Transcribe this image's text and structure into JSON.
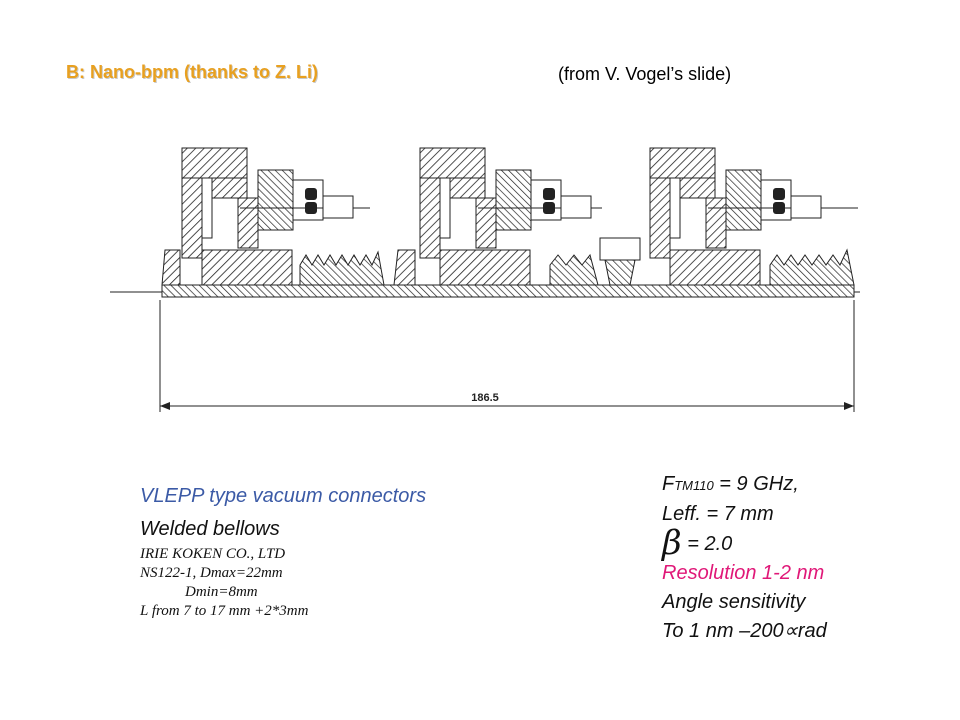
{
  "header": {
    "title": "B: Nano-bpm (thanks to Z. Li)",
    "source": "(from V. Vogel’s slide)"
  },
  "drawing": {
    "dimension_label": "186.5"
  },
  "left_notes": {
    "connectors": "VLEPP type vacuum connectors",
    "bellows": "Welded bellows",
    "maker": "IRIE KOKEN CO., LTD",
    "spec1": "NS122-1, Dmax=22mm",
    "spec2": "            Dmin=8mm",
    "spec3": "L from 7 to 17 mm +2*3mm"
  },
  "right_notes": {
    "freq_prefix": "F",
    "freq_sub": "TM110",
    "freq_value": " = 9 GHz,",
    "leff": "Leff. = 7 mm",
    "beta_symbol": "β",
    "beta_value": " = 2.0",
    "resolution": "Resolution  1-2 nm",
    "angle": "Angle sensitivity",
    "to_nm": "To 1 nm –200",
    "to_unit": "∝rad"
  },
  "colors": {
    "title": "#e8a020",
    "resolution": "#e01878",
    "connectors": "#3b5aa6"
  }
}
